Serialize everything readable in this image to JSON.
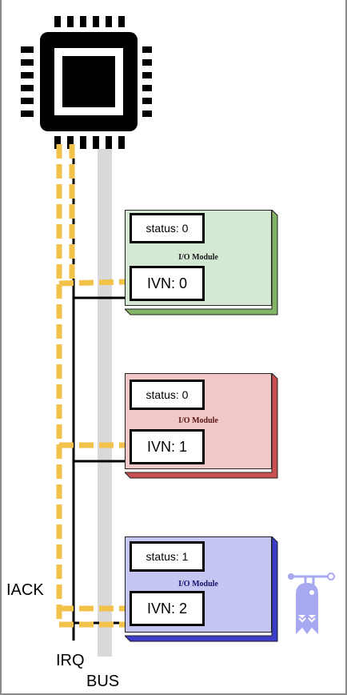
{
  "labels": {
    "iack": "IACK",
    "irq": "IRQ",
    "bus": "BUS"
  },
  "modules": [
    {
      "title": "I/O Module",
      "status": "status: 0",
      "ivn": "IVN: 0",
      "face_color": "#d5e8d4",
      "side_color": "#82b366",
      "title_color": "#1a1a1a"
    },
    {
      "title": "I/O Module",
      "status": "status: 0",
      "ivn": "IVN: 1",
      "face_color": "#f0c8c8",
      "side_color": "#c85050",
      "title_color": "#5a1414"
    },
    {
      "title": "I/O Module",
      "status": "status: 1",
      "ivn": "IVN: 2",
      "face_color": "#c6c6f2",
      "side_color": "#3c3cc8",
      "title_color": "#14146e"
    }
  ],
  "colors": {
    "iack_dash": "#f2c24a",
    "bus": "#d9d9d9",
    "irq_line": "#000000",
    "cpu": "#000000",
    "bug": "#a8a8f0"
  },
  "icons": {
    "cpu": "cpu-chip-icon",
    "device": "robot-bug-icon"
  }
}
